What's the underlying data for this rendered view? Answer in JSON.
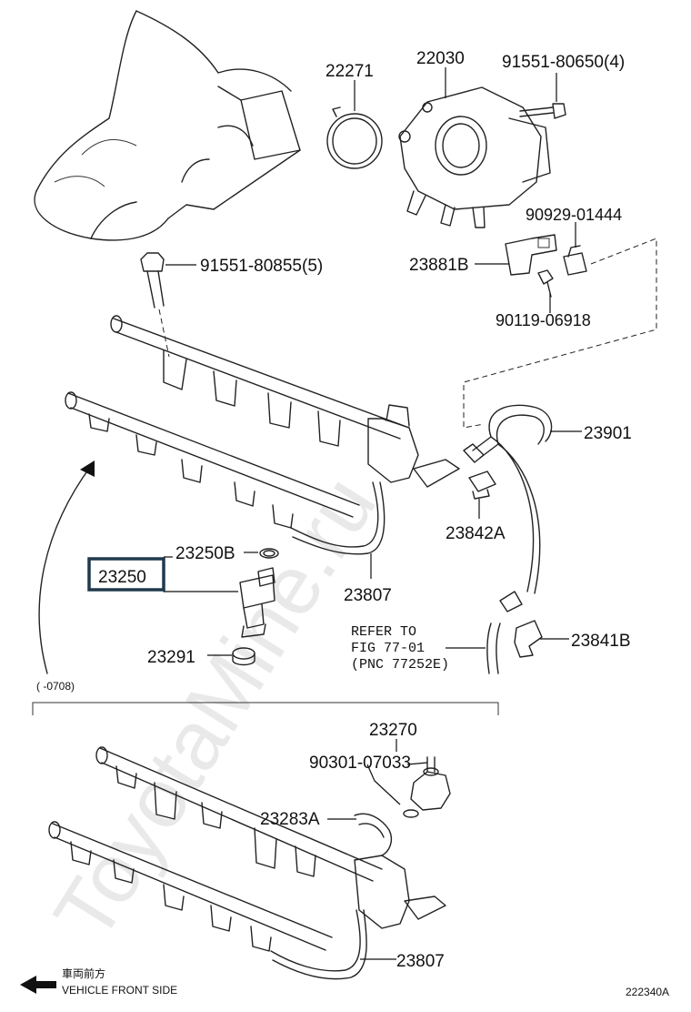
{
  "watermark": "ToyotaMine.ru",
  "callouts": {
    "p22271": "22271",
    "p22030": "22030",
    "p91551_80650": "91551-80650(4)",
    "p90929_01444": "90929-01444",
    "p23881B": "23881B",
    "p91551_80855": "91551-80855(5)",
    "p90119_06918": "90119-06918",
    "p23901": "23901",
    "p23842A": "23842A",
    "p23250B": "23250B",
    "p23250": "23250",
    "p23807_top": "23807",
    "p23291": "23291",
    "p23841B": "23841B",
    "p23270": "23270",
    "p90301_07033": "90301-07033",
    "p23283A": "23283A",
    "p23807_bottom": "23807"
  },
  "refer_note": {
    "line1": "REFER TO",
    "line2": "FIG 77-01",
    "line3": "(PNC 77252E)"
  },
  "date_range": "(      -0708)",
  "vehicle_front": {
    "japanese": "車両前方",
    "english": "VEHICLE FRONT SIDE"
  },
  "figure_code": "222340A",
  "highlight_color": "#1f3a4d"
}
